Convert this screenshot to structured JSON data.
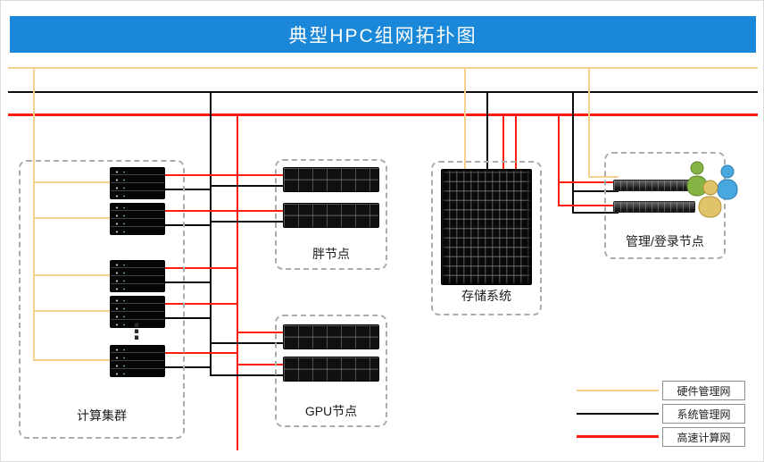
{
  "title": "典型HPC组网拓扑图",
  "groups": {
    "compute": {
      "label": "计算集群",
      "ellipsis": "⋮"
    },
    "fat": {
      "label": "胖节点"
    },
    "gpu": {
      "label": "GPU节点"
    },
    "storage": {
      "label": "存储系统"
    },
    "mgmt": {
      "label": "管理/登录节点"
    }
  },
  "legend": {
    "items": [
      {
        "label": "硬件管理网",
        "color": "#f8d08d"
      },
      {
        "label": "系统管理网",
        "color": "#0a0a0a"
      },
      {
        "label": "高速计算网",
        "color": "#fb1d10"
      }
    ]
  },
  "colors": {
    "title_bar": "#1a87d8",
    "hardware_net": "#f8d08d",
    "system_net": "#0a0a0a",
    "highspeed_net": "#fb1d10"
  }
}
